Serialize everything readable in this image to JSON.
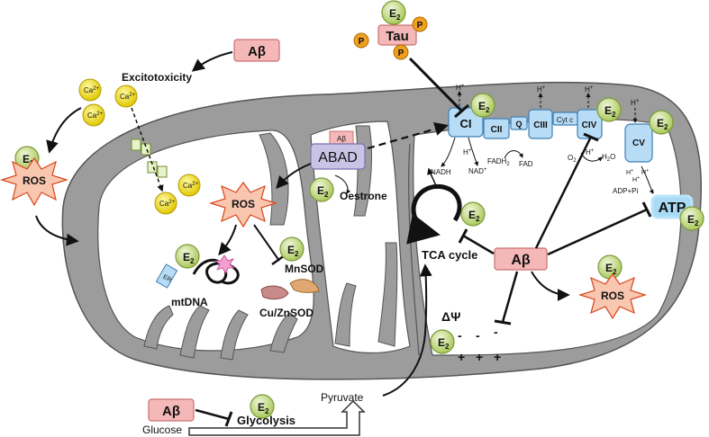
{
  "labels": {
    "excitotoxicity": "Excitotoxicity",
    "ros": "ROS",
    "abad": "ABAD",
    "oestrone": "Oestrone",
    "tau": "Tau",
    "p": "P",
    "ca": "Ca",
    "ca_sup": "2+",
    "e": "E",
    "e_sub": "2",
    "ab": "Aβ",
    "mtdna": "mtDNA",
    "er": "ER",
    "mnsod": "MnSOD",
    "cuznsod": "Cu/ZnSOD",
    "tca_cycle": "TCA cycle",
    "nadh": "NADH",
    "nad": "NAD",
    "nad_sup": "+",
    "fadh2": "FADH",
    "fadh2_sub": "2",
    "fad": "FAD",
    "o2": "O",
    "o2_sub": "2",
    "h2o": "H",
    "h2o_sub": "2",
    "h2o_end": "O",
    "h": "H",
    "h_sup": "+",
    "adp_pi": "ADP+Pi",
    "atp": "ATP",
    "delta_psi": "ΔΨ",
    "minus": "-",
    "plus": "+",
    "pyruvate": "Pyruvate",
    "glucose": "Glucose",
    "glycolysis": "Glycolysis"
  },
  "complexes": [
    "CI",
    "CII",
    "Q",
    "CIII",
    "Cyt c",
    "CIV",
    "CV"
  ],
  "colors": {
    "abeta_fill": "#f5b8b8",
    "e2_fill": "#cde39a",
    "ca_fill": "#f5e62a",
    "p_fill": "#f0a020",
    "complex_fill": "#b8dcf5",
    "matrix_fill": "#ffffff",
    "membrane_fill": "#9c9c9c",
    "ros_fill": "#f9c7b0",
    "abad_fill": "#c9c4e6"
  }
}
